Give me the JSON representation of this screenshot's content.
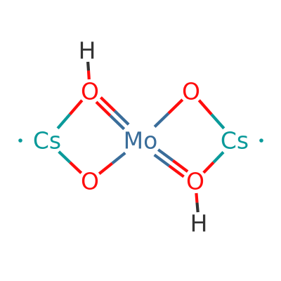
{
  "diagram": {
    "molecule": "structural formula",
    "colors": {
      "Mo": "#3a6d9a",
      "O": "#ff0d0d",
      "Cs": "#0a9a9a",
      "H": "#333333"
    },
    "atoms": [
      {
        "id": "mo",
        "label": "Mo",
        "element": "Mo"
      },
      {
        "id": "o1",
        "label": "O",
        "element": "O"
      },
      {
        "id": "o2",
        "label": "O",
        "element": "O"
      },
      {
        "id": "o3",
        "label": "O",
        "element": "O"
      },
      {
        "id": "o4",
        "label": "O",
        "element": "O"
      },
      {
        "id": "cs1",
        "label": "Cs",
        "element": "Cs"
      },
      {
        "id": "cs2",
        "label": "Cs",
        "element": "Cs"
      },
      {
        "id": "h1",
        "label": "H",
        "element": "H"
      },
      {
        "id": "h2",
        "label": "H",
        "element": "H"
      }
    ],
    "bonds": [
      {
        "from": "mo",
        "to": "o1",
        "order": 2
      },
      {
        "from": "mo",
        "to": "o2",
        "order": 1
      },
      {
        "from": "mo",
        "to": "o3",
        "order": 1
      },
      {
        "from": "mo",
        "to": "o4",
        "order": 2
      },
      {
        "from": "cs1",
        "to": "o1",
        "order": 1
      },
      {
        "from": "cs1",
        "to": "o3",
        "order": 1
      },
      {
        "from": "cs2",
        "to": "o2",
        "order": 1
      },
      {
        "from": "cs2",
        "to": "o4",
        "order": 1
      },
      {
        "from": "o1",
        "to": "h1",
        "order": 1
      },
      {
        "from": "o4",
        "to": "h2",
        "order": 1
      }
    ],
    "radicals": [
      "cs1",
      "cs2"
    ]
  }
}
